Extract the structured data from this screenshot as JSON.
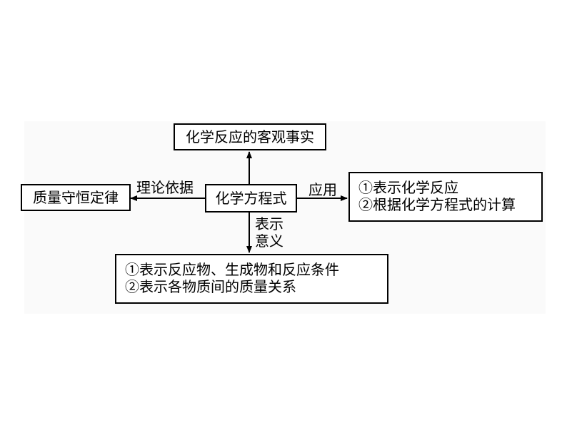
{
  "diagram": {
    "top_box": "化学反应的客观事实",
    "left_box": "质量守恒定律",
    "center_box": "化学方程式",
    "right_box": [
      "①表示化学反应",
      "②根据化学方程式的计算"
    ],
    "bottom_box": [
      "①表示反应物、生成物和反应条件",
      "②表示各物质间的质量关系"
    ],
    "label_left": "理论依据",
    "label_right": "应用",
    "label_down": [
      "表示",
      "意义"
    ]
  }
}
